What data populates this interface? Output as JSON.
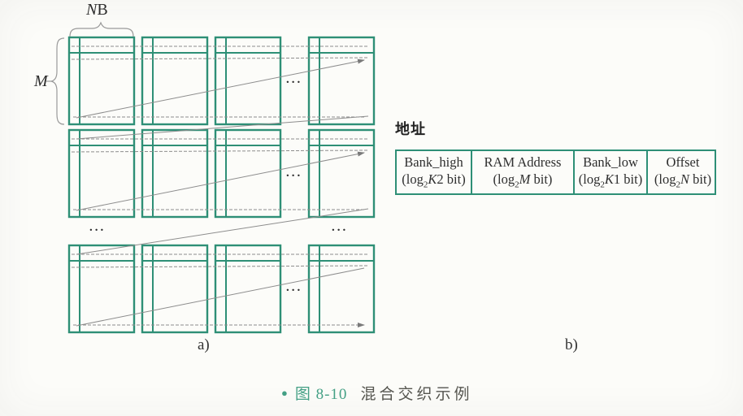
{
  "diagram": {
    "nb_italic": "N",
    "nb_regular": "B",
    "m_label": "M",
    "ellipsis": "...",
    "panel_a_label": "a)",
    "panel_b_label": "b)"
  },
  "panel_b": {
    "address_label": "地址",
    "cells": [
      {
        "name": "Bank_high",
        "open": "(log",
        "sub": "2",
        "var": "K",
        "rest": "2 bit)"
      },
      {
        "name": "RAM Address",
        "open": "(log",
        "sub": "2",
        "var": "M",
        "rest": " bit)"
      },
      {
        "name": "Bank_low",
        "open": "(log",
        "sub": "2",
        "var": "K",
        "rest": "1 bit)"
      },
      {
        "name": "Offset",
        "open": "(log",
        "sub": "2",
        "var": "N",
        "rest": " bit)"
      }
    ]
  },
  "caption": {
    "bullet": "●",
    "fig": "图 8-10",
    "title": "混合交织示例"
  },
  "colors": {
    "accent_green": "#2e8f76",
    "line_gray": "#8d8d8d",
    "brace_gray": "#9a9a9a",
    "caption_teal": "#44a085"
  }
}
